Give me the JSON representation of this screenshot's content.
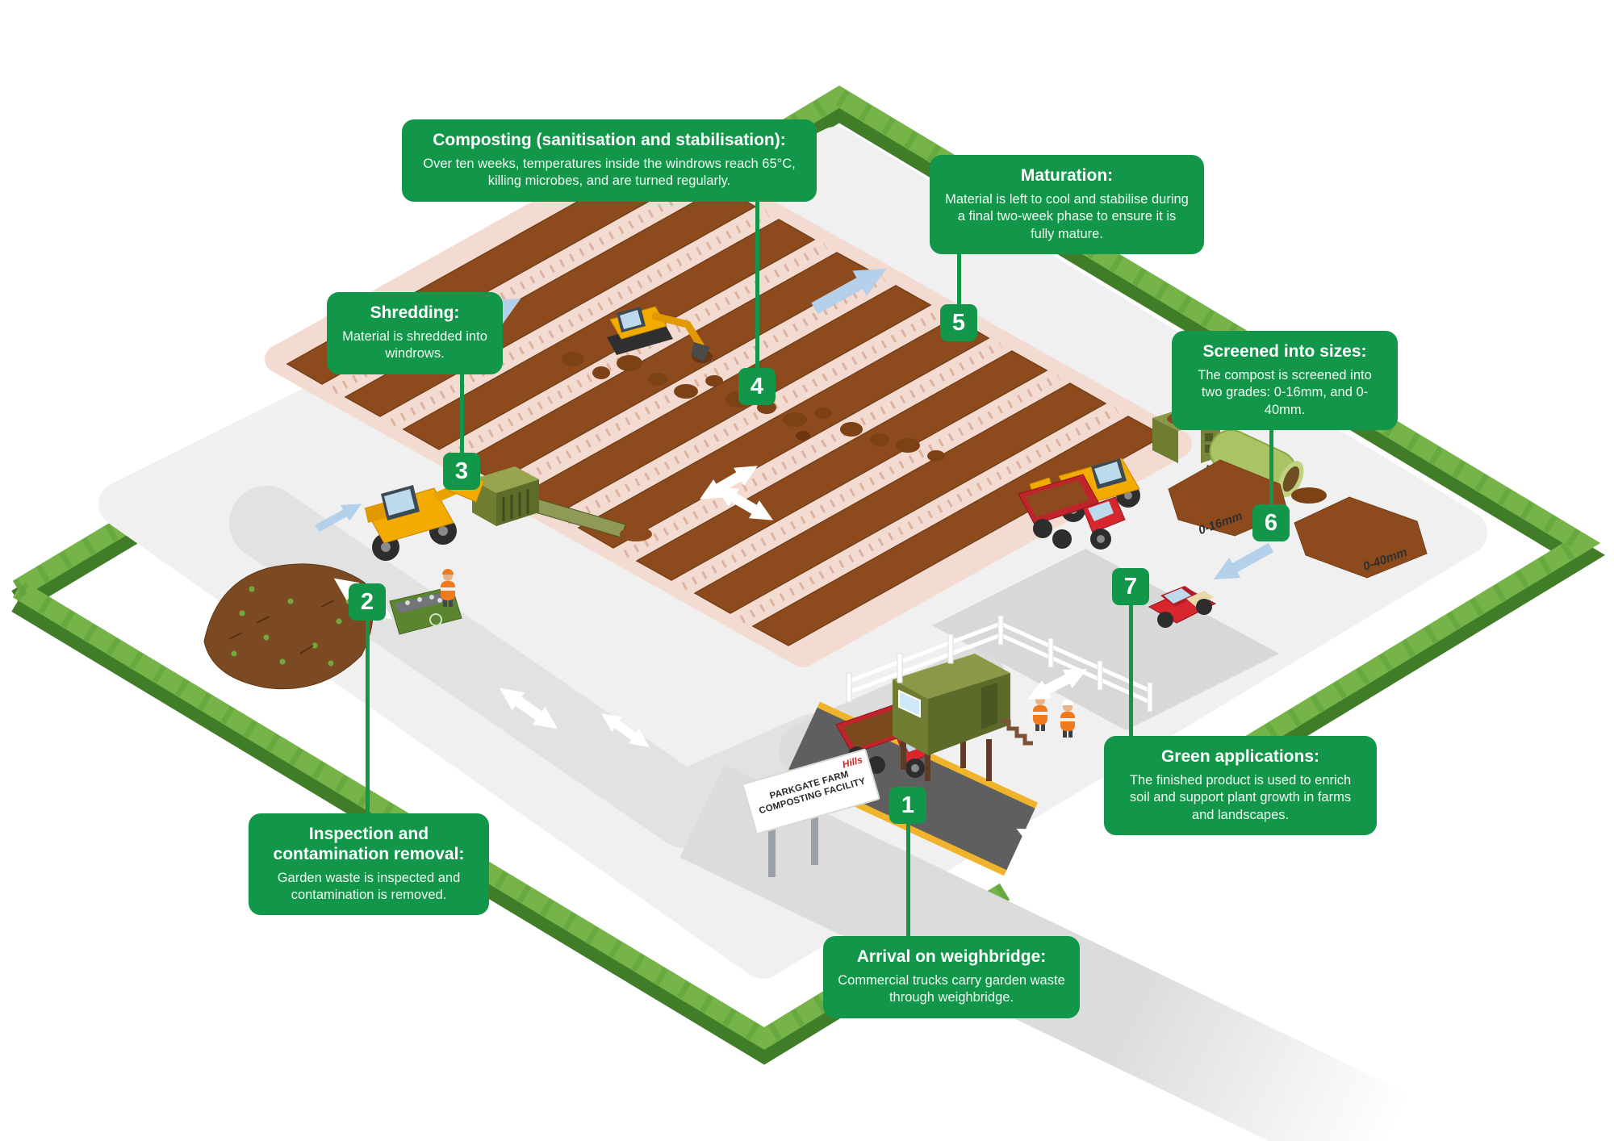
{
  "sign": {
    "logo": "Hills",
    "line1": "PARKGATE FARM",
    "line2": "COMPOSTING FACILITY"
  },
  "grades": {
    "small": "0-16mm",
    "large": "0-40mm"
  },
  "steps": [
    {
      "number": "1",
      "title": "Arrival on weighbridge:",
      "body": "Commercial trucks carry garden waste through weighbridge."
    },
    {
      "number": "2",
      "title": "Inspection and contamination removal:",
      "body": "Garden waste is inspected and contamination is removed."
    },
    {
      "number": "3",
      "title": "Shredding:",
      "body": "Material is shredded into windrows."
    },
    {
      "number": "4",
      "title": "Composting (sanitisation and stabilisation):",
      "body": "Over ten weeks, temperatures inside the windrows reach 65°C, killing microbes, and are turned regularly."
    },
    {
      "number": "5",
      "title": "Maturation:",
      "body": "Material is left to cool and stabilise during a final two-week phase to ensure it is fully mature."
    },
    {
      "number": "6",
      "title": "Screened into sizes:",
      "body": "The compost is screened into two grades: 0-16mm, and 0-40mm."
    },
    {
      "number": "7",
      "title": "Green applications:",
      "body": "The finished product is used to enrich soil and support plant growth in farms and landscapes."
    }
  ],
  "colors": {
    "callout_green": "#12964a",
    "hedge_top": "#76b44a",
    "hedge_side": "#417d28",
    "windrow_brown": "#8d4b1d",
    "pad_pink": "#f4dbd1",
    "machine_yellow": "#f3ab00",
    "truck_red": "#d7262d",
    "flow_arrow_blue": "#b4d0ea"
  }
}
